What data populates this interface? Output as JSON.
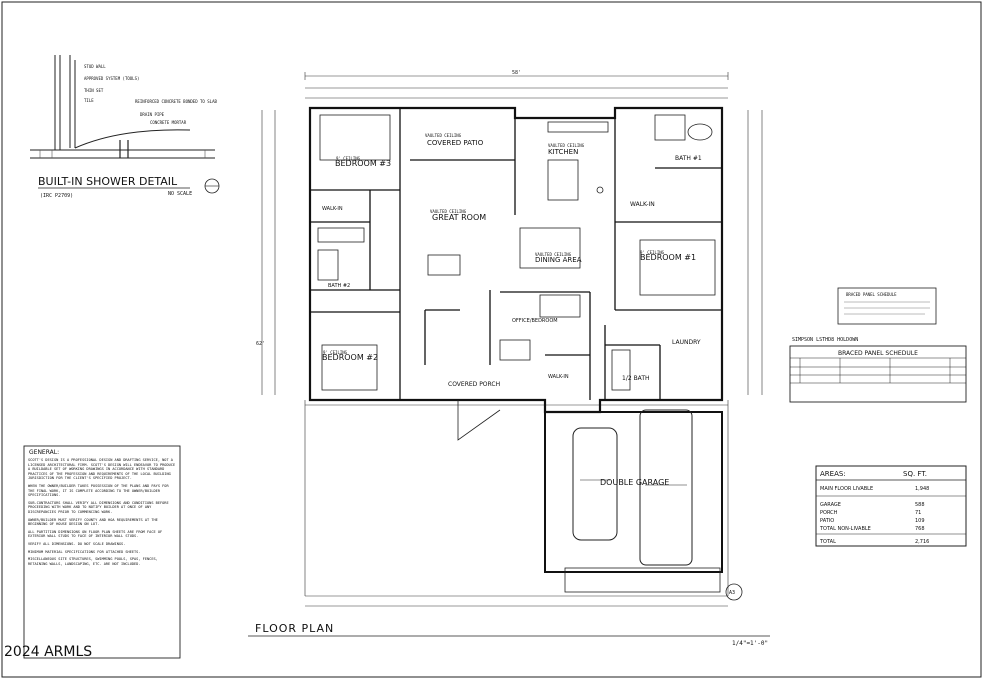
{
  "shower_detail": {
    "title": "BUILT-IN SHOWER DETAIL",
    "code_ref": "(IRC P2709)",
    "scale": "NO SCALE",
    "callouts": [
      "STUD WALL",
      "APPROVED SYSTEM (TOOLS)",
      "THIN SET",
      "TILE",
      "REINFORCED CONCRETE BONDED TO SLAB",
      "DRAIN PIPE",
      "CONCRETE MORTAR"
    ]
  },
  "rooms": {
    "bedroom3": "BEDROOM #3",
    "walkin_left": "WALK-IN",
    "bath2": "BATH #2",
    "bedroom2": "BEDROOM #2",
    "covered_patio": "COVERED PATIO",
    "great_room": "GREAT ROOM",
    "kitchen": "KITCHEN",
    "dining": "DINING AREA",
    "office": "OFFICE/BEDROOM",
    "walkin_center": "WALK-IN",
    "covered_porch": "COVERED PORCH",
    "bath1": "BATH #1",
    "walkin_right": "WALK-IN",
    "bedroom1": "BEDROOM #1",
    "laundry": "LAUNDRY",
    "half_bath": "1/2 BATH",
    "double_garage": "DOUBLE GARAGE"
  },
  "ceiling_notes": {
    "vaulted": "VAULTED CEILING",
    "nine_ft": "9' CEILING"
  },
  "overall_width": "58'",
  "overall_depth": "62'",
  "braced_panel": {
    "title": "BRACED PANEL SCHEDULE",
    "holdown": "SIMPSON LSTHD8 HOLDOWN",
    "header": "BRACED PANEL SCHEDULE"
  },
  "general_notes": {
    "title": "GENERAL:",
    "paragraphs": [
      "SCOTT'S DESIGN IS A PROFESSIONAL DESIGN AND DRAFTING SERVICE, NOT A LICENSED ARCHITECTURAL FIRM. SCOTT'S DESIGN WILL ENDEAVOR TO PRODUCE A BUILDABLE SET OF WORKING DRAWINGS IN ACCORDANCE WITH STANDARD PRACTICES OF THE PROFESSION AND REQUIREMENTS OF THE LOCAL BUILDING JURISDICTION FOR THE CLIENT'S SPECIFIED PROJECT.",
      "WHEN THE OWNER/BUILDER TAKES POSSESSION OF THE PLANS AND PAYS FOR THE FINAL WORK, IT IS COMPLETE ACCORDING TO THE OWNER/BUILDER SPECIFICATIONS.",
      "SUB-CONTRACTORS SHALL VERIFY ALL DIMENSIONS AND CONDITIONS BEFORE PROCEEDING WITH WORK AND TO NOTIFY BUILDER AT ONCE OF ANY DISCREPANCIES PRIOR TO COMMENCING WORK.",
      "OWNER/BUILDER MUST VERIFY COUNTY AND HOA REQUIREMENTS AT THE BEGINNING OF HOUSE DESIGN ON LOT.",
      "ALL PARTITION DIMENSIONS ON FLOOR PLAN SHEETS ARE FROM FACE OF EXTERIOR WALL STUDS TO FACE OF INTERIOR WALL STUDS.",
      "VERIFY ALL DIMENSIONS. DO NOT SCALE DRAWINGS.",
      "MINIMUM MATERIAL SPECIFICATIONS FOR ATTACHED SHEETS.",
      "MISCELLANEOUS SITE STRUCTURES, SWIMMING POOLS, SPAS, FENCES, RETAINING WALLS, LANDSCAPING, ETC. ARE NOT INCLUDED."
    ]
  },
  "areas": {
    "header_left": "AREAS:",
    "header_right": "SQ. FT.",
    "rows": [
      {
        "label": "MAIN FLOOR LIVABLE",
        "value": "1,948"
      },
      {
        "label": "GARAGE",
        "value": "588"
      },
      {
        "label": "PORCH",
        "value": "71"
      },
      {
        "label": "PATIO",
        "value": "109"
      },
      {
        "label": "TOTAL NON-LIVABLE",
        "value": "768"
      },
      {
        "label": "TOTAL",
        "value": "2,716"
      }
    ]
  },
  "footer": {
    "title": "FLOOR PLAN",
    "scale": "1/4\"=1'-0\"",
    "watermark": "2024 ARMLS",
    "sheet_ref": "A3"
  }
}
